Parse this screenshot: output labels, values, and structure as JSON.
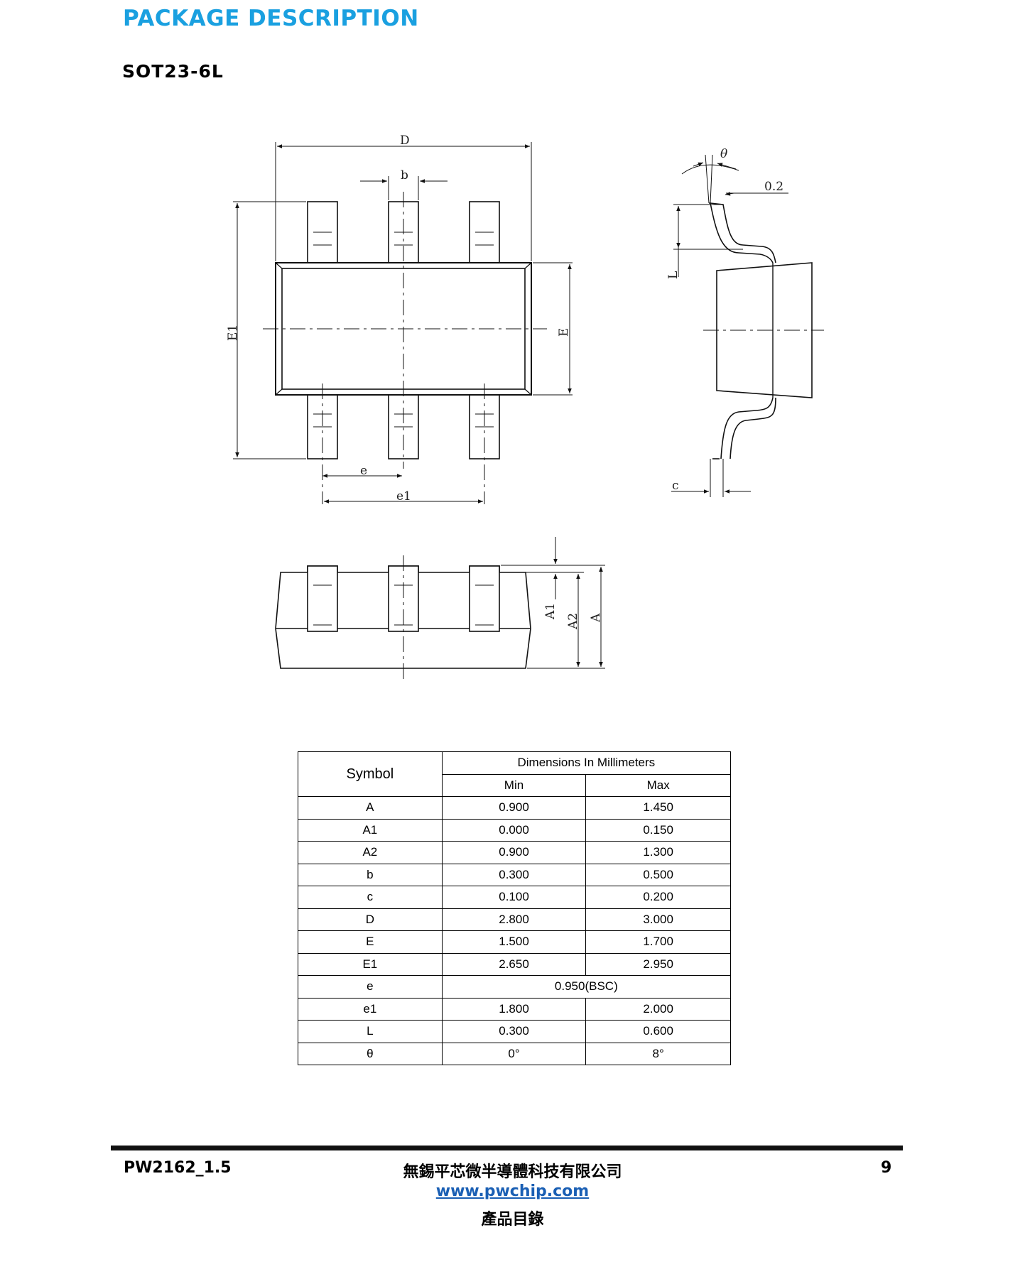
{
  "section_title": "PACKAGE DESCRIPTION",
  "package_name": "SOT23-6L",
  "drawing_labels": {
    "D": "D",
    "b": "b",
    "E1": "E1",
    "E": "E",
    "e": "e",
    "e1": "e1",
    "theta": "θ",
    "gauge": "0.2",
    "L": "L",
    "c": "c",
    "A1": "A1",
    "A2": "A2",
    "A": "A"
  },
  "table": {
    "symbol_header": "Symbol",
    "dimensions_header": "Dimensions In Millimeters",
    "min_header": "Min",
    "max_header": "Max",
    "rows": [
      {
        "symbol": "A",
        "min": "0.900",
        "max": "1.450"
      },
      {
        "symbol": "A1",
        "min": "0.000",
        "max": "0.150"
      },
      {
        "symbol": "A2",
        "min": "0.900",
        "max": "1.300"
      },
      {
        "symbol": "b",
        "min": "0.300",
        "max": "0.500"
      },
      {
        "symbol": "c",
        "min": "0.100",
        "max": "0.200"
      },
      {
        "symbol": "D",
        "min": "2.800",
        "max": "3.000"
      },
      {
        "symbol": "E",
        "min": "1.500",
        "max": "1.700"
      },
      {
        "symbol": "E1",
        "min": "2.650",
        "max": "2.950"
      },
      {
        "symbol": "e",
        "span": "0.950(BSC)"
      },
      {
        "symbol": "e1",
        "min": "1.800",
        "max": "2.000"
      },
      {
        "symbol": "L",
        "min": "0.300",
        "max": "0.600"
      },
      {
        "symbol": "θ",
        "min": "0°",
        "max": "8°"
      }
    ]
  },
  "footer": {
    "doc_id": "PW2162_1.5",
    "company": "無錫平芯微半導體科技有限公司",
    "website": "www.pwchip.com",
    "catalog": "產品目錄",
    "page_number": "9"
  },
  "colors": {
    "title_accent": "#1aa0e0",
    "link": "#1a5fb4"
  }
}
